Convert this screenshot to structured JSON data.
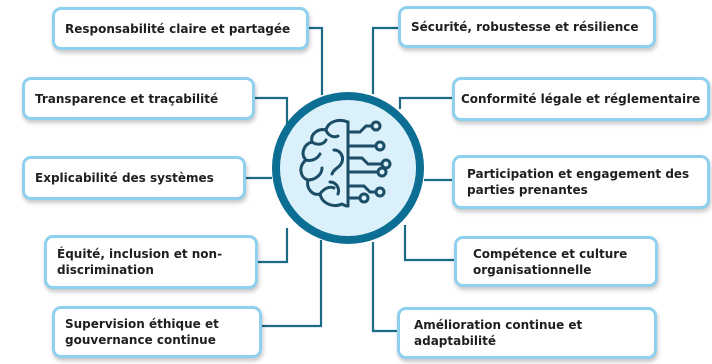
{
  "diagram": {
    "center_icon": "brain-circuit-icon",
    "colors": {
      "connector": "#1b6a86",
      "box_border": "#8fd0ef",
      "center_ring": "#0c6e93",
      "center_fill": "#daf0fb"
    },
    "left": [
      "Responsabilité claire et partagée",
      "Transparence et traçabilité",
      "Explicabilité des systèmes",
      "Équité, inclusion et non-discrimination",
      "Supervision éthique et gouvernance continue"
    ],
    "right": [
      "Sécurité, robustesse et résilience",
      "Conformité légale et réglementaire",
      "Participation et engagement des parties prenantes",
      "Compétence et culture organisationnelle",
      "Amélioration continue et adaptabilité"
    ]
  }
}
